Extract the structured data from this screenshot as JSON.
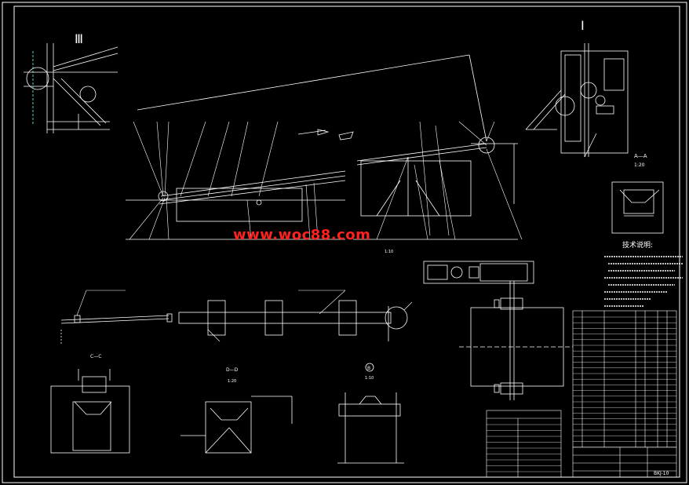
{
  "drawing": {
    "watermark": "www.woc88.com",
    "roman_top_left": "Ⅲ",
    "roman_top_right": "Ⅰ",
    "section_aa": "A—A",
    "scale_aa": "1:20",
    "section_cc": "C—C",
    "section_dd": "D—D",
    "scale_dd": "1:20",
    "section_b": "B",
    "scale_b": "1:10",
    "notes_title": "技术说明:",
    "scale_10": "1:10",
    "drawing_number": "BKJ-10"
  },
  "colors": {
    "background": "#000000",
    "lines": "#ffffff",
    "watermark": "#ff2020",
    "accent_yellow": "#ffff66",
    "accent_green": "#66ff66",
    "accent_cyan": "#66ffff"
  }
}
